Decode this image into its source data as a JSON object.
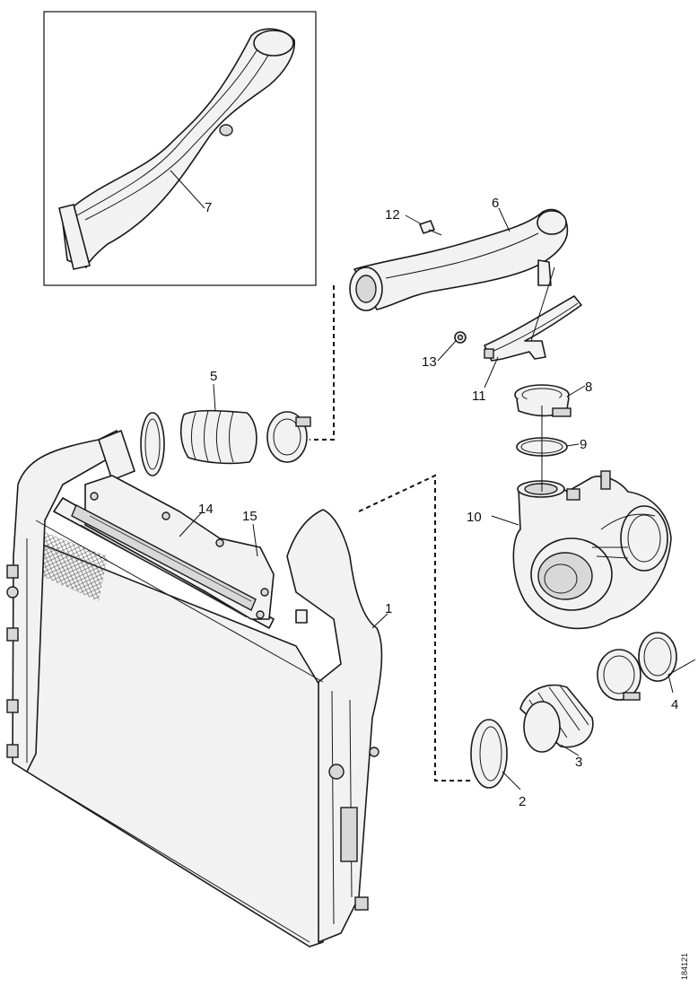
{
  "diagram": {
    "callouts": [
      {
        "id": "1",
        "label": "1",
        "part": "intercooler"
      },
      {
        "id": "2",
        "label": "2",
        "part": "hose-clamp-lower"
      },
      {
        "id": "3",
        "label": "3",
        "part": "intake-hose-lower"
      },
      {
        "id": "4",
        "label": "4",
        "part": "hose-clamp-turbo-inlet"
      },
      {
        "id": "5",
        "label": "5",
        "part": "intake-hose-upper"
      },
      {
        "id": "6",
        "label": "6",
        "part": "charge-air-pipe"
      },
      {
        "id": "7",
        "label": "7",
        "part": "charge-air-pipe-alternative"
      },
      {
        "id": "8",
        "label": "8",
        "part": "v-band-clamp"
      },
      {
        "id": "9",
        "label": "9",
        "part": "o-ring-seal"
      },
      {
        "id": "10",
        "label": "10",
        "part": "turbocharger"
      },
      {
        "id": "11",
        "label": "11",
        "part": "bracket"
      },
      {
        "id": "12",
        "label": "12",
        "part": "bolt-upper"
      },
      {
        "id": "13",
        "label": "13",
        "part": "bolt-lower"
      },
      {
        "id": "14",
        "label": "14",
        "part": "air-guide-rail"
      },
      {
        "id": "15",
        "label": "15",
        "part": "mounting-plate"
      }
    ],
    "figure_id": "184121"
  }
}
